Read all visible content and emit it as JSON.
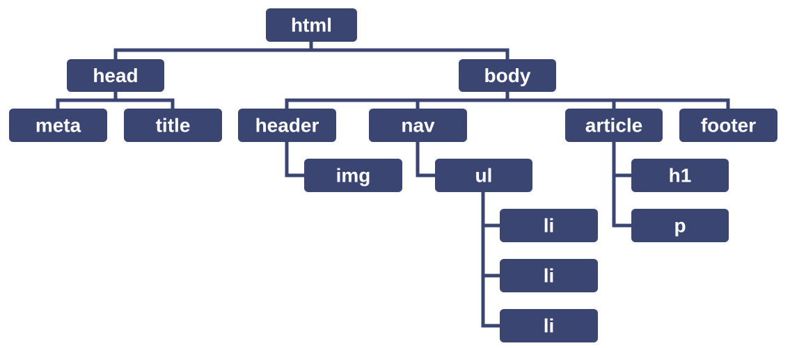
{
  "colors": {
    "node_fill": "#3a4572",
    "line_color": "#3a4572",
    "label_color": "#ffffff"
  },
  "nodes": {
    "html": "html",
    "head": "head",
    "body": "body",
    "meta": "meta",
    "title": "title",
    "header": "header",
    "nav": "nav",
    "article": "article",
    "footer": "footer",
    "img": "img",
    "ul": "ul",
    "li_1": "li",
    "li_2": "li",
    "li_3": "li",
    "h1": "h1",
    "p": "p"
  }
}
